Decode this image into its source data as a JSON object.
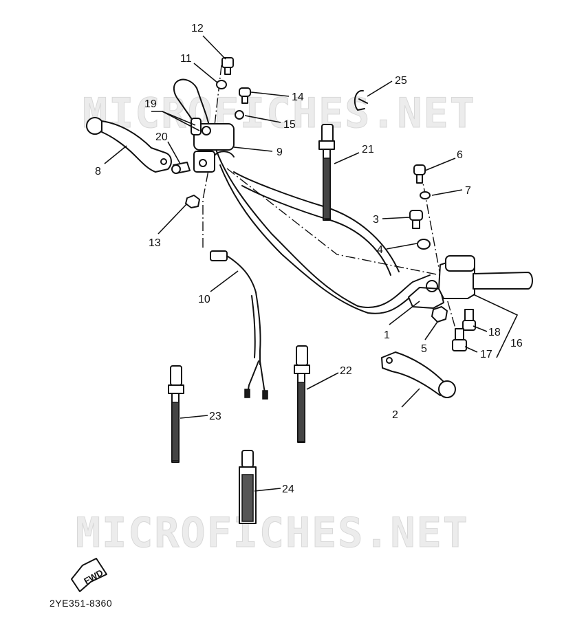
{
  "watermark": "MICROFICHES.NET",
  "drawing_code": "2YE351-8360",
  "fwd_label": "FWD",
  "callouts": {
    "c1": "1",
    "c2": "2",
    "c3": "3",
    "c4": "4",
    "c5": "5",
    "c6": "6",
    "c7": "7",
    "c8": "8",
    "c9": "9",
    "c10": "10",
    "c11": "11",
    "c12": "12",
    "c13": "13",
    "c14": "14",
    "c15": "15",
    "c16": "16",
    "c17": "17",
    "c18": "18",
    "c19": "19",
    "c20": "20",
    "c21": "21",
    "c22": "22",
    "c23": "23",
    "c24": "24",
    "c25": "25"
  }
}
